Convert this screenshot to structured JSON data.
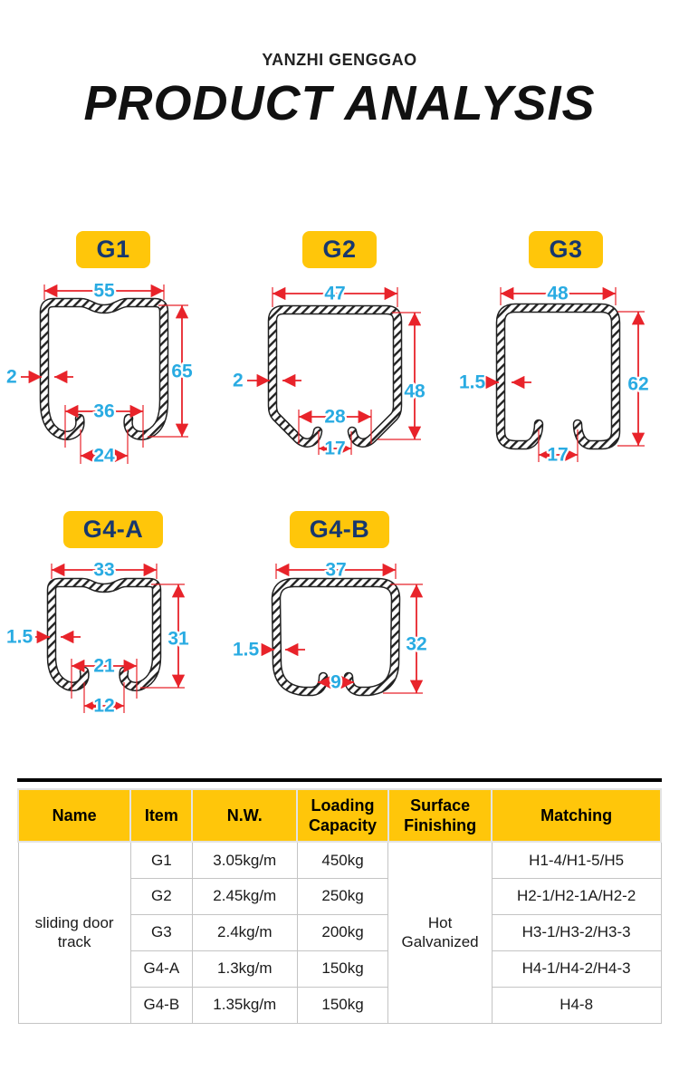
{
  "header": {
    "brand": "YANZHI GENGGAO",
    "title": "PRODUCT ANALYSIS"
  },
  "colors": {
    "accent_yellow": "#FFC60A",
    "badge_text_navy": "#17376E",
    "dimension_text_cyan": "#29ABE2",
    "dimension_line_red": "#E8232A"
  },
  "diagrams": [
    {
      "label": "G1",
      "dims": {
        "top_width": "55",
        "side_height": "65",
        "inner_width": "36",
        "bottom_opening": "24",
        "wall_thickness": "2"
      }
    },
    {
      "label": "G2",
      "dims": {
        "top_width": "47",
        "side_height": "48",
        "inner_width": "28",
        "bottom_opening": "17",
        "wall_thickness": "2"
      }
    },
    {
      "label": "G3",
      "dims": {
        "top_width": "48",
        "side_height": "62",
        "bottom_opening": "17",
        "wall_thickness": "1.5"
      }
    },
    {
      "label": "G4-A",
      "dims": {
        "top_width": "33",
        "side_height": "31",
        "inner_width": "21",
        "bottom_opening": "12",
        "wall_thickness": "1.5"
      }
    },
    {
      "label": "G4-B",
      "dims": {
        "top_width": "37",
        "side_height": "32",
        "bottom_opening": "9",
        "wall_thickness": "1.5"
      }
    }
  ],
  "table": {
    "headers": [
      "Name",
      "Item",
      "N.W.",
      "Loading Capacity",
      "Surface Finishing",
      "Matching"
    ],
    "product_name": "sliding door track",
    "surface_finishing": "Hot Galvanized",
    "rows": [
      {
        "item": "G1",
        "nw": "3.05kg/m",
        "loading": "450kg",
        "matching": "H1-4/H1-5/H5"
      },
      {
        "item": "G2",
        "nw": "2.45kg/m",
        "loading": "250kg",
        "matching": "H2-1/H2-1A/H2-2"
      },
      {
        "item": "G3",
        "nw": "2.4kg/m",
        "loading": "200kg",
        "matching": "H3-1/H3-2/H3-3"
      },
      {
        "item": "G4-A",
        "nw": "1.3kg/m",
        "loading": "150kg",
        "matching": "H4-1/H4-2/H4-3"
      },
      {
        "item": "G4-B",
        "nw": "1.35kg/m",
        "loading": "150kg",
        "matching": "H4-8"
      }
    ]
  }
}
